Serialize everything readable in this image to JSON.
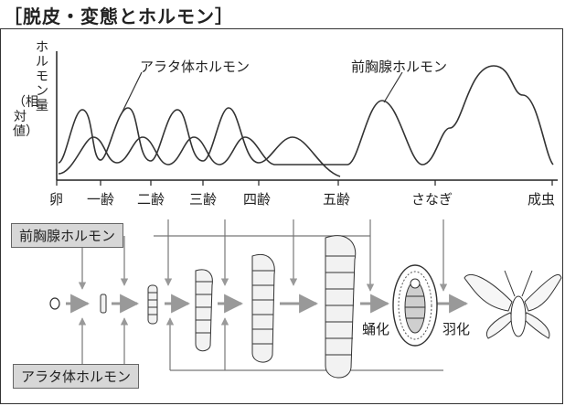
{
  "title": "［脱皮・変態とホルモン］",
  "y_axis": {
    "label_main": "ホルモン量",
    "label_sub": "（相対値）"
  },
  "curves": {
    "juvenile_label": "アラタ体ホルモン",
    "ecdysone_label": "前胸腺ホルモン"
  },
  "x_stages": [
    "卵",
    "一齢",
    "二齢",
    "三齢",
    "四齢",
    "五齢",
    "さなぎ",
    "成虫"
  ],
  "boxes": {
    "ecdysone": "前胸腺ホルモン",
    "juvenile": "アラタ体ホルモン"
  },
  "events": {
    "pupation": "蛹化",
    "eclosion": "羽化"
  }
}
